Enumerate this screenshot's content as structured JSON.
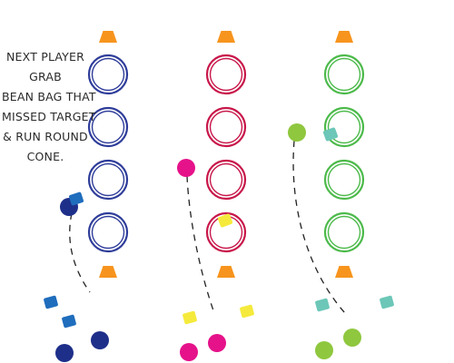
{
  "instructions": [
    "NEXT PLAYER",
    "GRAB",
    "BEAN BAG THAT",
    "MISSED TARGET",
    "& RUN ROUND",
    "CONE."
  ],
  "colors": {
    "cone": "#f7941d",
    "blue_ring": "#2f3d9a",
    "blue_player": "#1e2f8a",
    "blue_beanbag": "#1f6dbd",
    "red_ring": "#c8174a",
    "magenta_player": "#e5128a",
    "yellow_beanbag": "#f5ea3c",
    "green_ring": "#4cba4a",
    "green_player": "#8fc73e",
    "teal_beanbag": "#6cc7b8",
    "path": "#222222"
  },
  "lanes": [
    {
      "name": "blue",
      "rings": 4,
      "ring_color": "blue_ring",
      "player_color": "blue_player",
      "beanbag_color": "blue_beanbag",
      "waiting_players": 2,
      "waiting_beanbags": 2,
      "active_player": true,
      "missed_beanbag": true
    },
    {
      "name": "red",
      "rings": 4,
      "ring_color": "red_ring",
      "player_color": "magenta_player",
      "beanbag_color": "yellow_beanbag",
      "waiting_players": 2,
      "waiting_beanbags": 2,
      "active_player": true,
      "missed_beanbag": true
    },
    {
      "name": "green",
      "rings": 4,
      "ring_color": "green_ring",
      "player_color": "green_player",
      "beanbag_color": "teal_beanbag",
      "waiting_players": 2,
      "waiting_beanbags": 2,
      "active_player": true,
      "missed_beanbag": true
    }
  ],
  "icons": [
    "cone-icon",
    "ring-target-icon",
    "player-dot-icon",
    "bean-bag-icon"
  ]
}
